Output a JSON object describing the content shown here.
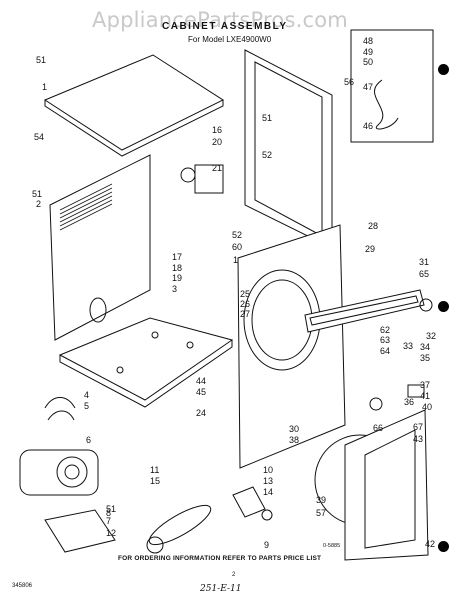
{
  "header": {
    "watermark": "AppliancePartsPros.com",
    "title": "CABINET ASSEMBLY",
    "subtitle": "For Model LXE4900W0"
  },
  "footer": {
    "note": "FOR ORDERING INFORMATION REFER TO PARTS PRICE LIST",
    "doc_number": "345806",
    "page": "2",
    "handwritten": "251-E-11",
    "figure_code": "0-5885"
  },
  "callouts": [
    "51",
    "1",
    "54",
    "51",
    "2",
    "16",
    "20",
    "21",
    "52",
    "51",
    "56",
    "48",
    "49",
    "50",
    "47",
    "46",
    "28",
    "29",
    "31",
    "65",
    "17",
    "18",
    "19",
    "3",
    "52",
    "60",
    "1",
    "25",
    "26",
    "27",
    "62",
    "63",
    "64",
    "32",
    "33",
    "34",
    "35",
    "37",
    "41",
    "40",
    "36",
    "44",
    "45",
    "24",
    "30",
    "38",
    "66",
    "67",
    "43",
    "4",
    "5",
    "6",
    "11",
    "15",
    "10",
    "13",
    "14",
    "9",
    "8",
    "51",
    "7",
    "12",
    "39",
    "57",
    "42"
  ]
}
